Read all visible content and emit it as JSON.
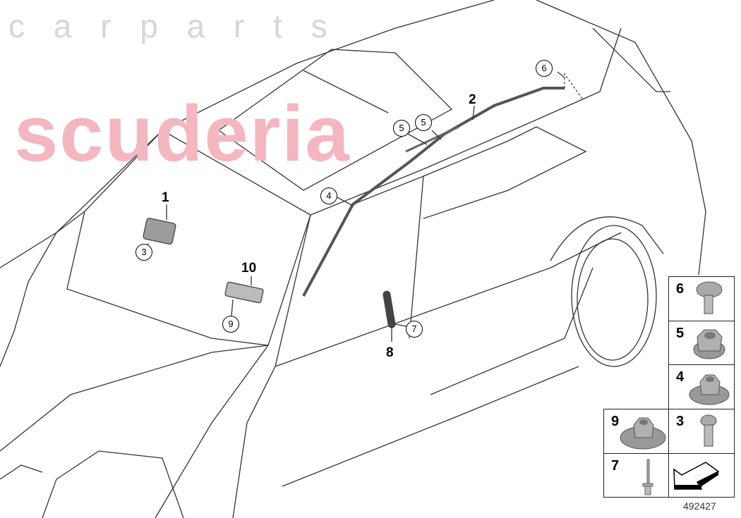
{
  "watermark": {
    "brand": "scuderia",
    "sub": "c a r p a r t s"
  },
  "callouts": [
    {
      "id": "1",
      "style": "plain"
    },
    {
      "id": "3",
      "style": "circle"
    },
    {
      "id": "10",
      "style": "plain"
    },
    {
      "id": "9",
      "style": "circle"
    },
    {
      "id": "4",
      "style": "circle"
    },
    {
      "id": "5",
      "style": "circle"
    },
    {
      "id": "5",
      "style": "circle"
    },
    {
      "id": "2",
      "style": "plain"
    },
    {
      "id": "6",
      "style": "circle"
    },
    {
      "id": "7",
      "style": "circle"
    },
    {
      "id": "8",
      "style": "plain"
    }
  ],
  "parts_panel": [
    {
      "id": "6",
      "part": "screw-torx"
    },
    {
      "id": "5",
      "part": "hex-nut-collar"
    },
    {
      "id": "4",
      "part": "hex-nut-flange"
    },
    {
      "id": "9",
      "part": "hex-nut-wide-flange"
    },
    {
      "id": "3",
      "part": "screw-small"
    },
    {
      "id": "7",
      "part": "rivet"
    }
  ],
  "diagram_number": "492427"
}
